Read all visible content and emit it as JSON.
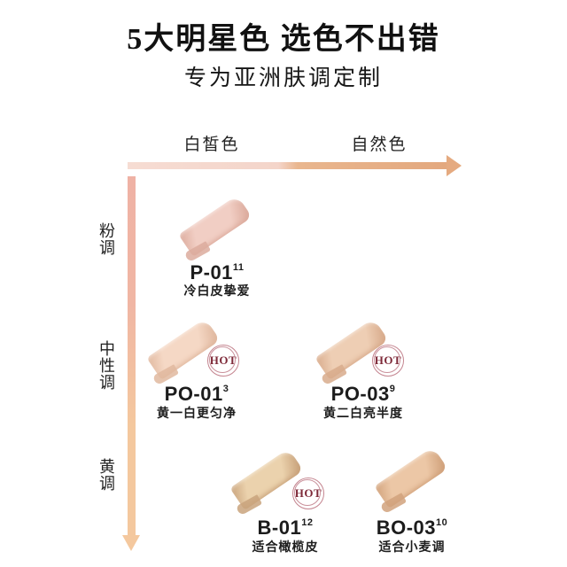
{
  "title": "5大明星色 选色不出错",
  "subtitle": "专为亚洲肤调定制",
  "axes": {
    "horizontal": {
      "left_label": "白皙色",
      "right_label": "自然色",
      "gradient_from": "#f6dcd3",
      "gradient_to": "#e3a87e"
    },
    "vertical": {
      "label_top": "粉调",
      "label_middle": "中性调",
      "label_bottom": "黄调",
      "gradient_from": "#efb2a5",
      "gradient_to": "#f4c89e"
    }
  },
  "hot_badge": {
    "label": "HOT",
    "text_color": "#7e2a39",
    "ring_color": "#c4848f"
  },
  "products": [
    {
      "name": "P-01",
      "superscript": "11",
      "description": "冷白皮挚爱",
      "hot": false,
      "swatch_color": "#f1cec4",
      "swatch_edge_color": "#dcab9d"
    },
    {
      "name": "PO-01",
      "superscript": "3",
      "description": "黄一白更匀净",
      "hot": true,
      "swatch_color": "#f5d8c5",
      "swatch_edge_color": "#e0b89f"
    },
    {
      "name": "PO-03",
      "superscript": "9",
      "description": "黄二白亮半度",
      "hot": true,
      "swatch_color": "#eeceb4",
      "swatch_edge_color": "#d8ab8c"
    },
    {
      "name": "B-01",
      "superscript": "12",
      "description": "适合橄榄皮",
      "hot": true,
      "swatch_color": "#ebd2ad",
      "swatch_edge_color": "#c9a37c"
    },
    {
      "name": "BO-03",
      "superscript": "10",
      "description": "适合小麦调",
      "hot": false,
      "swatch_color": "#ecc7a6",
      "swatch_edge_color": "#d1a27c"
    }
  ],
  "background_color": "#ffffff"
}
